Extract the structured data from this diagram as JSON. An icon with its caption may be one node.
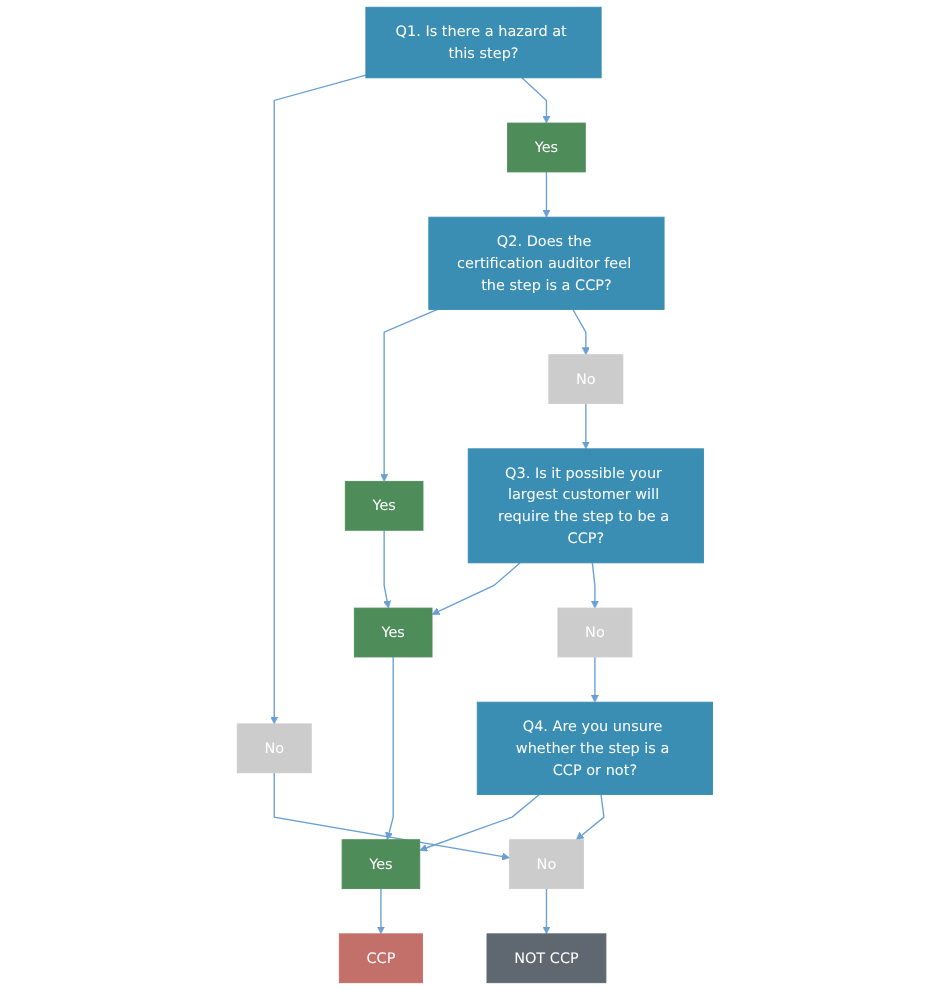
{
  "diagram": {
    "nodes": [
      {
        "text": [
          "Q1. Is there a hazard at this step?"
        ]
      },
      {
        "text": [
          "No"
        ]
      },
      {
        "text": [
          "Yes"
        ]
      },
      {
        "text": [
          "Q2. Does the certification auditor feel the step is a CCP?"
        ]
      },
      {
        "text": [
          "Yes"
        ]
      },
      {
        "text": [
          "No"
        ]
      },
      {
        "text": [
          "Q3. Is it possible your largest customer will require the step to be a CCP?"
        ]
      },
      {
        "text": [
          "Yes"
        ]
      },
      {
        "text": [
          "No"
        ]
      },
      {
        "text": [
          "Q4. Are you unsure whether the step is a CCP or not?"
        ]
      },
      {
        "text": [
          "Yes"
        ]
      },
      {
        "text": [
          "No"
        ]
      },
      {
        "text": [
          "CCP"
        ]
      },
      {
        "text": [
          "NOT CCP"
        ]
      }
    ],
    "edges": [
      {
        "from": 0,
        "to": 1,
        "arrow": "to"
      },
      {
        "from": 0,
        "to": 2,
        "arrow": "to"
      },
      {
        "from": 2,
        "to": 3,
        "arrow": "to"
      },
      {
        "from": 3,
        "to": 4,
        "arrow": "to"
      },
      {
        "from": 3,
        "to": 5,
        "arrow": "to"
      },
      {
        "from": 4,
        "to": 7,
        "arrow": "to"
      },
      {
        "from": 5,
        "to": 6,
        "arrow": "to"
      },
      {
        "from": 6,
        "to": 7,
        "arrow": "to"
      },
      {
        "from": 6,
        "to": 8,
        "arrow": "to"
      },
      {
        "from": 7,
        "to": 10,
        "arrow": "to"
      },
      {
        "from": 8,
        "to": 9,
        "arrow": "to"
      },
      {
        "from": 9,
        "to": 10,
        "arrow": "to"
      },
      {
        "from": 9,
        "to": 11,
        "arrow": "to"
      },
      {
        "from": 1,
        "to": 11,
        "arrow": "to"
      },
      {
        "from": 10,
        "to": 12,
        "arrow": "to"
      },
      {
        "from": 11,
        "to": 13,
        "arrow": "to"
      }
    ]
  }
}
